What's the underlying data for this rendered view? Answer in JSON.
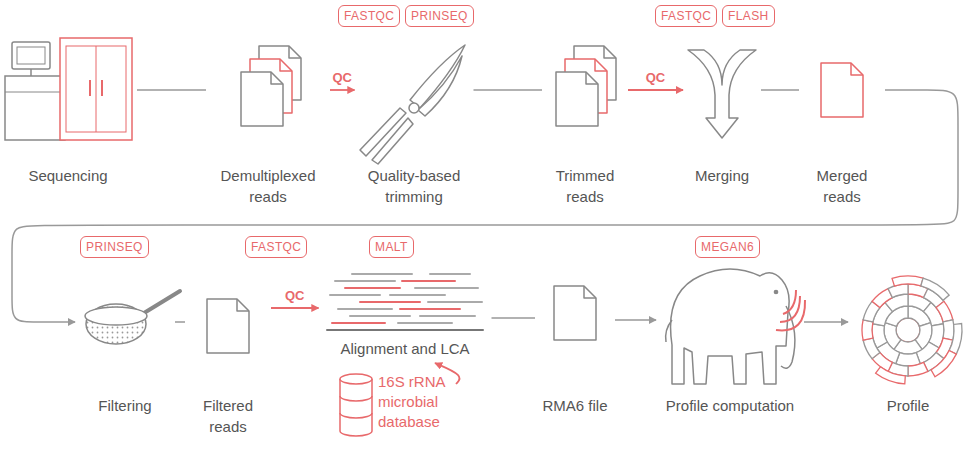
{
  "diagram": {
    "nodes": [
      {
        "text": [
          "FASTQC"
        ]
      },
      {
        "text": [
          "PRINSEQ"
        ]
      },
      {
        "text": [
          "FASTQC"
        ]
      },
      {
        "text": [
          "FLASH"
        ]
      },
      {
        "text": [
          "Sequencing"
        ]
      },
      {
        "text": [
          "Demultiplexed reads"
        ]
      },
      {
        "text": [
          "Quality-based trimming"
        ]
      },
      {
        "text": [
          "Trimmed reads"
        ]
      },
      {
        "text": [
          "Merging"
        ]
      },
      {
        "text": [
          "Merged reads"
        ]
      },
      {
        "text": [
          "PRINSEQ"
        ]
      },
      {
        "text": [
          "FASTQC"
        ]
      },
      {
        "text": [
          "MALT"
        ]
      },
      {
        "text": [
          "MEGAN6"
        ]
      },
      {
        "text": [
          "Filtering"
        ]
      },
      {
        "text": [
          "Filtered reads"
        ]
      },
      {
        "text": [
          "Alignment and LCA"
        ]
      },
      {
        "text": [
          "16S rRNA microbial database"
        ]
      },
      {
        "text": [
          "RMA6 file"
        ]
      },
      {
        "text": [
          "Profile computation"
        ]
      },
      {
        "text": [
          "Profile"
        ]
      }
    ],
    "edges": [
      {
        "from": 4,
        "to": 5,
        "arrow": "none"
      },
      {
        "from": 5,
        "to": 6,
        "label": "QC",
        "arrow": "to"
      },
      {
        "from": 6,
        "to": 7,
        "arrow": "none"
      },
      {
        "from": 7,
        "to": 8,
        "label": "QC",
        "arrow": "to"
      },
      {
        "from": 8,
        "to": 9,
        "arrow": "none"
      },
      {
        "from": 9,
        "to": 14,
        "arrow": "to"
      },
      {
        "from": 14,
        "to": 15,
        "arrow": "none"
      },
      {
        "from": 15,
        "to": 16,
        "label": "QC",
        "arrow": "to"
      },
      {
        "from": 17,
        "to": 16,
        "arrow": "to"
      },
      {
        "from": 16,
        "to": 18,
        "arrow": "none"
      },
      {
        "from": 18,
        "to": 19,
        "arrow": "to"
      },
      {
        "from": 19,
        "to": 20,
        "arrow": "to"
      }
    ]
  }
}
